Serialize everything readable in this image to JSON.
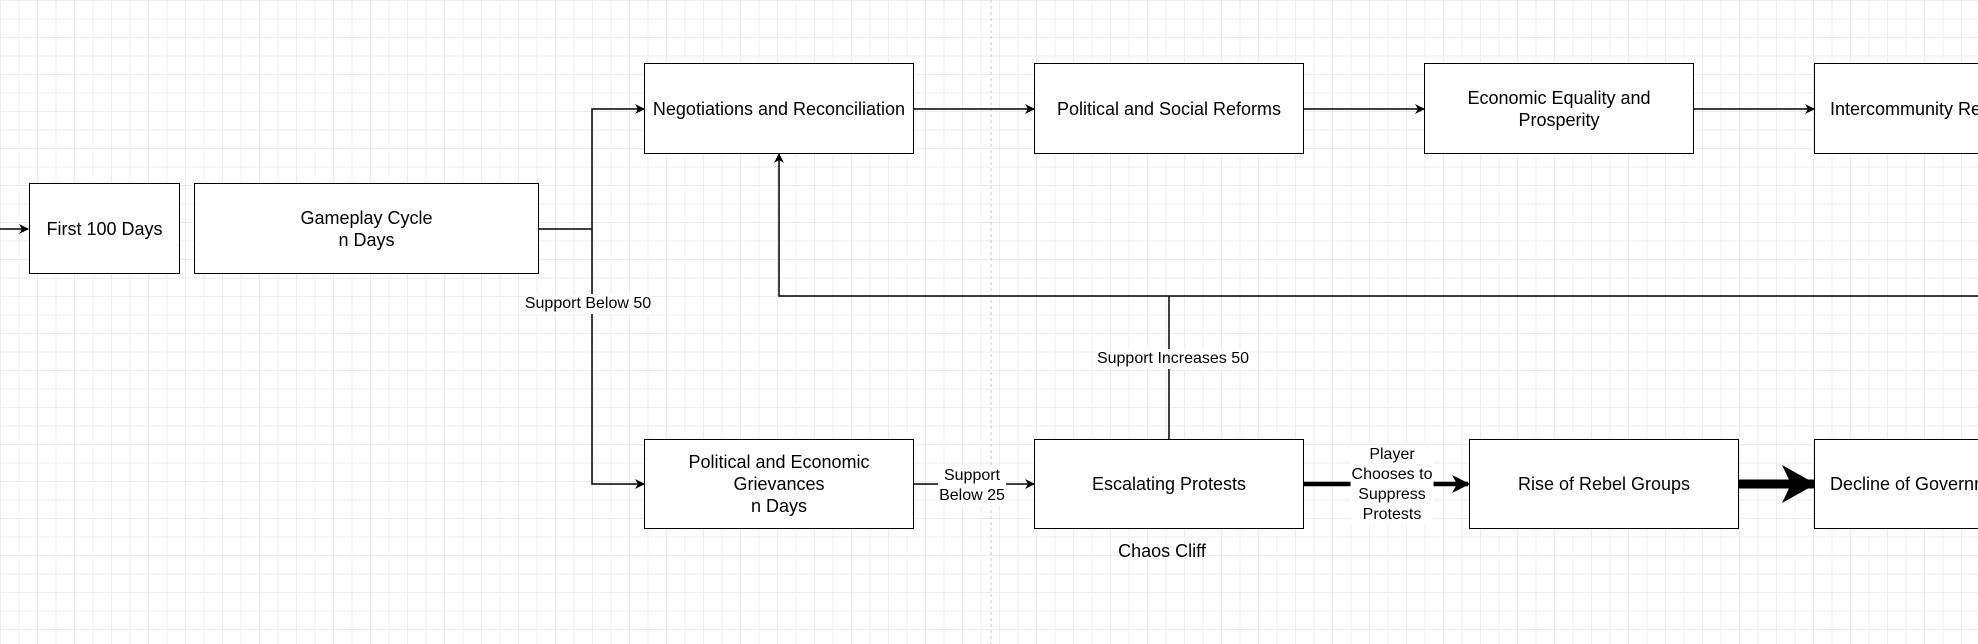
{
  "nodes": {
    "first_100_days": "First 100 Days",
    "gameplay_cycle": "Gameplay Cycle\nn Days",
    "negotiations": "Negotiations and Reconciliation",
    "reforms": "Political and Social Reforms",
    "economic_equality": "Economic Equality and\nProsperity",
    "intercommunity": "Intercommunity Re",
    "grievances": "Political and Economic\nGrievances\nn Days",
    "escalating_protests": "Escalating Protests",
    "rebel_groups": "Rise of Rebel Groups",
    "decline": "Decline of Governm"
  },
  "edge_labels": {
    "support_below_50": "Support Below 50",
    "support_increases_50": "Support Increases 50",
    "support_below_25": "Support\nBelow 25",
    "player_suppress": "Player\nChooses to\nSuppress\nProtests"
  },
  "annotations": {
    "chaos_cliff": "Chaos Cliff"
  },
  "colors": {
    "stroke": "#000000",
    "grid": "#ececec",
    "page_divider": "#c8c8c8"
  }
}
